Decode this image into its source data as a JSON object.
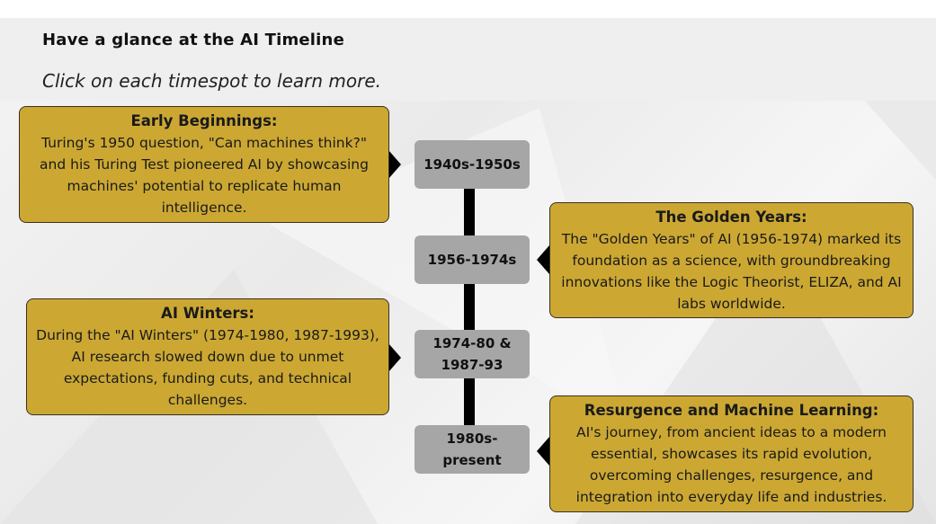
{
  "header": {
    "title": "Have a glance at the AI Timeline",
    "subtitle": "Click on each timespot to learn more."
  },
  "timeline": [
    {
      "label": "1940s-1950s"
    },
    {
      "label": "1956-1974s"
    },
    {
      "label": "1974-80 & 1987-93"
    },
    {
      "label": "1980s- present"
    }
  ],
  "cards": [
    {
      "title": "Early Beginnings:",
      "body": "Turing's 1950 question, \"Can machines think?\" and his Turing Test pioneered AI by showcasing machines' potential to replicate human intelligence."
    },
    {
      "title": "The Golden Years:",
      "body": "The \"Golden Years\" of AI (1956-1974) marked its foundation as a science, with groundbreaking innovations like the Logic Theorist, ELIZA, and AI labs worldwide."
    },
    {
      "title": "AI Winters:",
      "body": "During the \"AI Winters\" (1974-1980, 1987-1993), AI research slowed down due to unmet expectations, funding cuts, and technical challenges."
    },
    {
      "title": "Resurgence and Machine Learning:",
      "body": "AI's journey, from ancient ideas to a modern essential, showcases its rapid evolution, overcoming challenges, resurgence, and integration into everyday life and industries."
    }
  ],
  "colors": {
    "card": "#cca833",
    "node": "#a6a6a6",
    "spine": "#000000"
  }
}
